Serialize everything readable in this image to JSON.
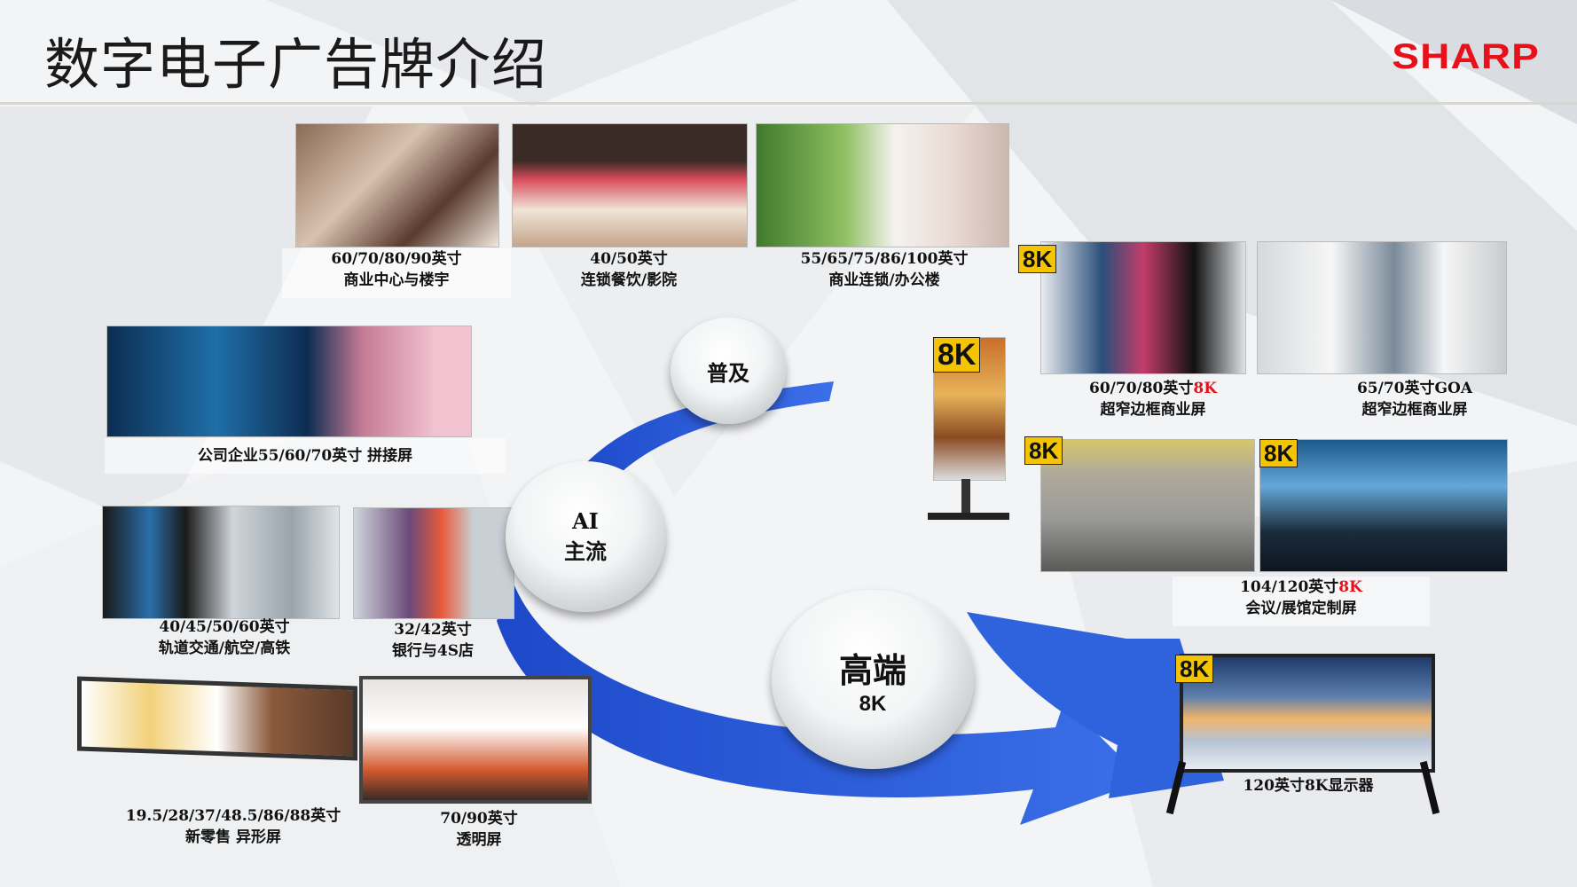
{
  "header": {
    "title": "数字电子广告牌介绍",
    "logo": "SHARP"
  },
  "hubs": {
    "popular": "普及",
    "ai_l1": "AI",
    "ai_l2": "主流",
    "high_l1": "高端",
    "high_l2": "8K"
  },
  "badge_8k": "8K",
  "products": [
    {
      "l1": "60/70/80/90英寸",
      "l2": "商业中心与楼宇"
    },
    {
      "l1": "40/50英寸",
      "l2": "连锁餐饮/影院"
    },
    {
      "l1": "55/65/75/86/100英寸",
      "l2": "商业连锁/办公楼"
    },
    {
      "l1": "公司企业55/60/70英寸 拼接屏"
    },
    {
      "l1": "40/45/50/60英寸",
      "l2": "轨道交通/航空/高铁"
    },
    {
      "l1": "32/42英寸",
      "l2": "银行与4S店"
    },
    {
      "l1": "19.5/28/37/48.5/86/88英寸",
      "l2": "新零售 异形屏"
    },
    {
      "l1": "70/90英寸",
      "l2": "透明屏"
    },
    {
      "l1a": "60/70/80英寸",
      "l1b": "8K",
      "l2": "超窄边框商业屏"
    },
    {
      "l1": "65/70英寸GOA",
      "l2": "超窄边框商业屏"
    },
    {
      "l1a": "104/120英寸",
      "l1b": "8K",
      "l2": "会议/展馆定制屏"
    },
    {
      "l1": "120英寸8K显示器"
    }
  ],
  "colors": {
    "accent_red": "#e8101a",
    "arrow_blue": "#2a5bd7",
    "badge_yellow": "#f5c400"
  }
}
